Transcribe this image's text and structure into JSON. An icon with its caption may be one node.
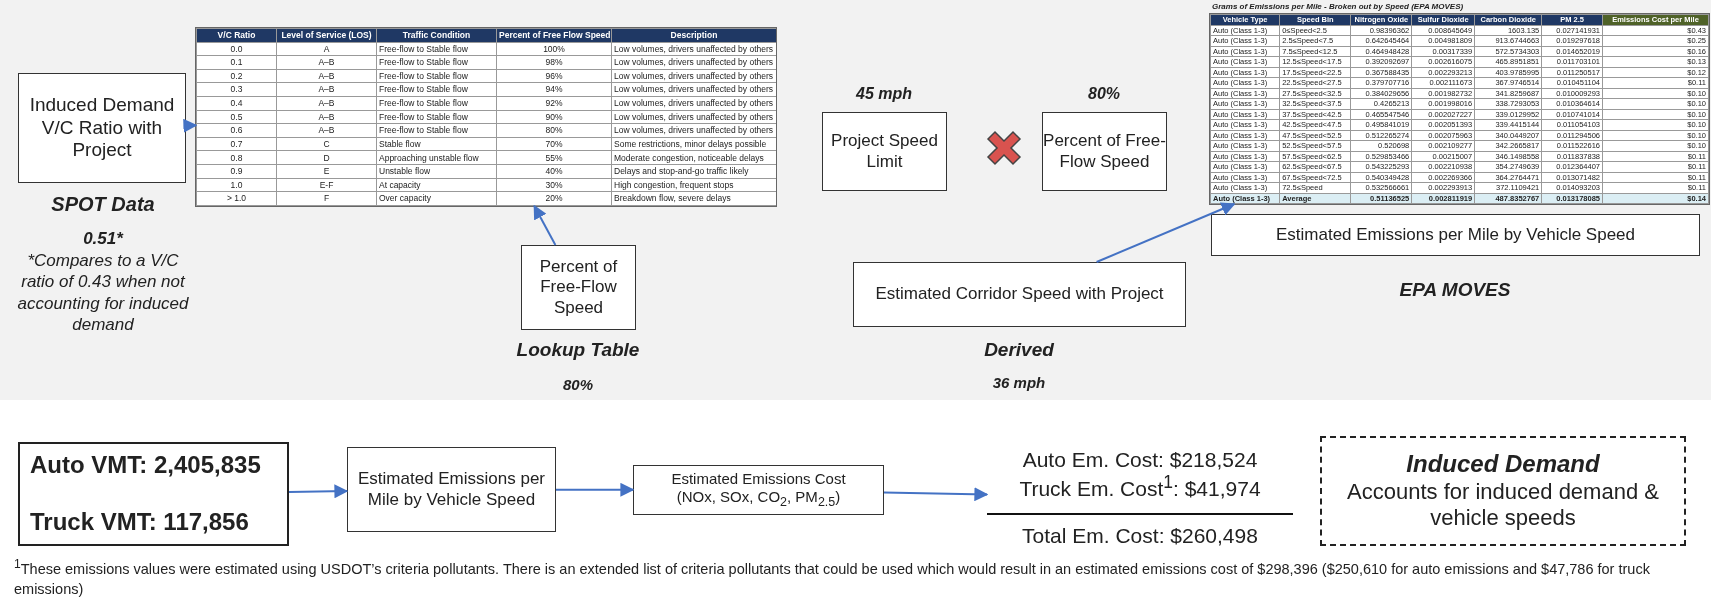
{
  "diagram": {
    "nodes": [
      {
        "text": [
          "Induced Demand V/C Ratio with Project"
        ],
        "beside": [
          "SPOT Data",
          "0.51*",
          "*Compares to a V/C ratio of 0.43 when not accounting for induced demand"
        ]
      },
      {
        "text": [],
        "shape": "box"
      },
      {
        "text": [
          "Percent of Free-Flow Speed"
        ],
        "beside": [
          "Lookup Table",
          "80%"
        ]
      },
      {
        "text": [
          "Project Speed Limit"
        ],
        "beside": [
          "45 mph"
        ]
      },
      {
        "text": [
          "Percent of Free-Flow Speed"
        ],
        "beside": [
          "80%"
        ]
      },
      {
        "text": [
          "Estimated Corridor Speed with Project"
        ],
        "beside": [
          "Derived",
          "36 mph"
        ]
      },
      {
        "text": [],
        "shape": "box"
      },
      {
        "text": [
          "Estimated Emissions per Mile by Vehicle Speed"
        ],
        "beside": [
          "EPA MOVES"
        ]
      },
      {
        "text": [
          "Auto VMT: 2,405,835",
          "Truck VMT: 117,856"
        ]
      },
      {
        "text": [
          "Estimated Emissions per Mile by Vehicle Speed"
        ]
      },
      {
        "text": [
          "Estimated Emissions Cost",
          "(NOx, SOx, CO$_{2}$, PM$_{2.5}$)"
        ]
      },
      {
        "text": [
          "Auto Em. Cost: $218,524",
          "Truck Em. Cost$^{1}$: $41,974",
          "Total Em. Cost: $260,498"
        ]
      },
      {
        "text": [
          "Induced Demand",
          "Accounts for induced demand & vehicle speeds"
        ]
      }
    ],
    "edges": [
      {
        "from": 0,
        "to": 1,
        "arrow": "to"
      },
      {
        "from": 2,
        "to": 1,
        "arrow": "to"
      },
      {
        "from": 5,
        "to": 6,
        "arrow": "to"
      },
      {
        "from": 8,
        "to": 9,
        "arrow": "to"
      },
      {
        "from": 9,
        "to": 10,
        "arrow": "to"
      },
      {
        "from": 10,
        "to": 11,
        "arrow": "to"
      }
    ],
    "labels": [
      "V/C Ratio",
      "Level of Service (LOS)",
      "Traffic Condition",
      "Percent of Free Flow Speed",
      "Description",
      "0.0",
      "A",
      "Free-flow to Stable flow",
      "100%",
      "Low volumes, drivers unaffected by others",
      "0.1",
      "A–B",
      "Free-flow to Stable flow",
      "98%",
      "Low volumes, drivers unaffected by others",
      "0.2",
      "A–B",
      "Free-flow to Stable flow",
      "96%",
      "Low volumes, drivers unaffected by others",
      "0.3",
      "A–B",
      "Free-flow to Stable flow",
      "94%",
      "Low volumes, drivers unaffected by others",
      "0.4",
      "A–B",
      "Free-flow to Stable flow",
      "92%",
      "Low volumes, drivers unaffected by others",
      "0.5",
      "A–B",
      "Free-flow to Stable flow",
      "90%",
      "Low volumes, drivers unaffected by others",
      "0.6",
      "A–B",
      "Free-flow to Stable flow",
      "80%",
      "Low volumes, drivers unaffected by others",
      "0.7",
      "C",
      "Stable flow",
      "70%",
      "Some restrictions, minor delays possible",
      "0.8",
      "D",
      "Approaching unstable flow",
      "55%",
      "Moderate congestion, noticeable delays",
      "0.9",
      "E",
      "Unstable flow",
      "40%",
      "Delays and stop-and-go traffic likely",
      "1.0",
      "E-F",
      "At capacity",
      "30%",
      "High congestion, frequent stops",
      "> 1.0",
      "F",
      "Over capacity",
      "20%",
      "Breakdown flow, severe delays",
      "Grams of Emissions per Mile - Broken out by Speed (EPA MOVES)",
      "Vehicle Type",
      "Speed Bin",
      "Nitrogen Oxide",
      "Sulfur Dioxide",
      "Carbon Dioxide",
      "PM 2.5",
      "Emissions Cost per Mile",
      "Auto (Class 1-3)",
      "0≤Speed<2.5",
      "0.98396362",
      "0.008645649",
      "1603.135",
      "0.027141931",
      "$0.43",
      "Auto (Class 1-3)",
      "2.5≤Speed<7.5",
      "0.642645464",
      "0.004981809",
      "913.6744663",
      "0.019297618",
      "$0.25",
      "Auto (Class 1-3)",
      "7.5≤Speed<12.5",
      "0.464948428",
      "0.00317339",
      "572.5734303",
      "0.014652019",
      "$0.16",
      "Auto (Class 1-3)",
      "12.5≤Speed<17.5",
      "0.392092697",
      "0.002616075",
      "465.8951851",
      "0.011703101",
      "$0.13",
      "Auto (Class 1-3)",
      "17.5≤Speed<22.5",
      "0.367588435",
      "0.002293213",
      "403.9785995",
      "0.011250517",
      "$0.12",
      "Auto (Class 1-3)",
      "22.5≤Speed<27.5",
      "0.379707716",
      "0.002111673",
      "367.9746514",
      "0.010451104",
      "$0.11",
      "Auto (Class 1-3)",
      "27.5≤Speed<32.5",
      "0.384029656",
      "0.001982732",
      "341.8259687",
      "0.010009293",
      "$0.10",
      "Auto (Class 1-3)",
      "32.5≤Speed<37.5",
      "0.4265213",
      "0.001998016",
      "338.7293053",
      "0.010364614",
      "$0.10",
      "Auto (Class 1-3)",
      "37.5≤Speed<42.5",
      "0.465547546",
      "0.002027227",
      "339.0129952",
      "0.010741014",
      "$0.10",
      "Auto (Class 1-3)",
      "42.5≤Speed<47.5",
      "0.495841019",
      "0.002051393",
      "339.4415144",
      "0.011054103",
      "$0.10",
      "Auto (Class 1-3)",
      "47.5≤Speed<52.5",
      "0.512265274",
      "0.002075963",
      "340.0449207",
      "0.011294506",
      "$0.10",
      "Auto (Class 1-3)",
      "52.5≤Speed<57.5",
      "0.520698",
      "0.002109277",
      "342.2665817",
      "0.011522616",
      "$0.10",
      "Auto (Class 1-3)",
      "57.5≤Speed<62.5",
      "0.529853466",
      "0.00215007",
      "346.1498558",
      "0.011837838",
      "$0.11",
      "Auto (Class 1-3)",
      "62.5≤Speed<67.5",
      "0.543225293",
      "0.002210938",
      "354.2749639",
      "0.012364407",
      "$0.11",
      "Auto (Class 1-3)",
      "67.5≤Speed<72.5",
      "0.540349428",
      "0.002269366",
      "364.2764471",
      "0.013071482",
      "$0.11",
      "Auto (Class 1-3)",
      "72.5≤Speed",
      "0.532566661",
      "0.002293913",
      "372.1109421",
      "0.014093203",
      "$0.11",
      "Auto (Class 1-3)",
      "Average",
      "0.51136525",
      "0.002811919",
      "487.8352767",
      "0.013178085",
      "$0.14",
      "$^{1}$These emissions values were estimated using USDOT’s criteria pollutants. There is an extended list of criteria pollutants that could be used which would result in an estimated emissions cost of $298,396 ($250,610 for auto emissions and $47,786 for truck emissions)"
    ]
  }
}
